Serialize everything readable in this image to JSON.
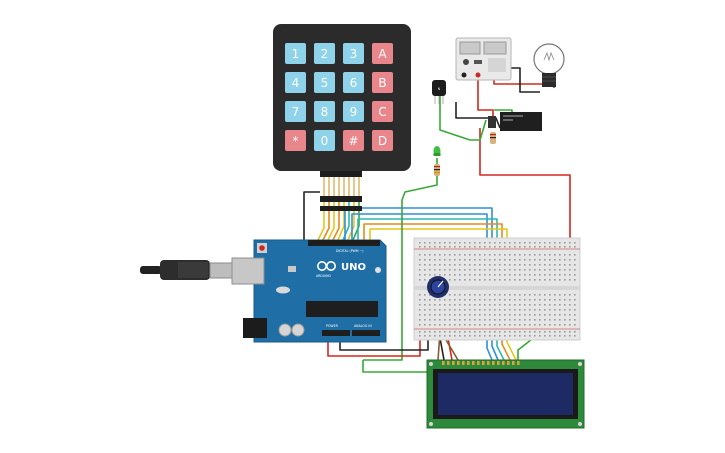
{
  "colors": {
    "wire_red": "#d0281f",
    "wire_black": "#222222",
    "wire_green": "#39a935",
    "wire_blue": "#2f8fd8",
    "wire_orange": "#e8891c",
    "wire_yellow": "#e6c619",
    "wire_teal": "#2cb7b0",
    "arduino_blue": "#1f6fa6",
    "keypad_body": "#2b2b2b",
    "key_blue": "#8fd3ea",
    "key_red": "#e8868c",
    "lcd_green": "#2d8a3a",
    "lcd_screen": "#1d2a63",
    "breadboard": "#e6e6e6"
  },
  "keypad": {
    "keys": [
      {
        "label": "1",
        "color": "blue"
      },
      {
        "label": "2",
        "color": "blue"
      },
      {
        "label": "3",
        "color": "blue"
      },
      {
        "label": "A",
        "color": "red"
      },
      {
        "label": "4",
        "color": "blue"
      },
      {
        "label": "5",
        "color": "blue"
      },
      {
        "label": "6",
        "color": "blue"
      },
      {
        "label": "B",
        "color": "red"
      },
      {
        "label": "7",
        "color": "blue"
      },
      {
        "label": "8",
        "color": "blue"
      },
      {
        "label": "9",
        "color": "blue"
      },
      {
        "label": "C",
        "color": "red"
      },
      {
        "label": "*",
        "color": "red"
      },
      {
        "label": "0",
        "color": "blue"
      },
      {
        "label": "#",
        "color": "red"
      },
      {
        "label": "D",
        "color": "red"
      }
    ]
  },
  "arduino": {
    "model_label": "UNO",
    "brand_label": "ARDUINO",
    "digital_label": "DIGITAL (PWM ~)",
    "power_label": "POWER",
    "analog_label": "ANALOG IN"
  },
  "icons": {
    "usb": "usb-cable-icon",
    "bulb": "light-bulb-icon",
    "logo": "arduino-infinity-logo-icon"
  }
}
